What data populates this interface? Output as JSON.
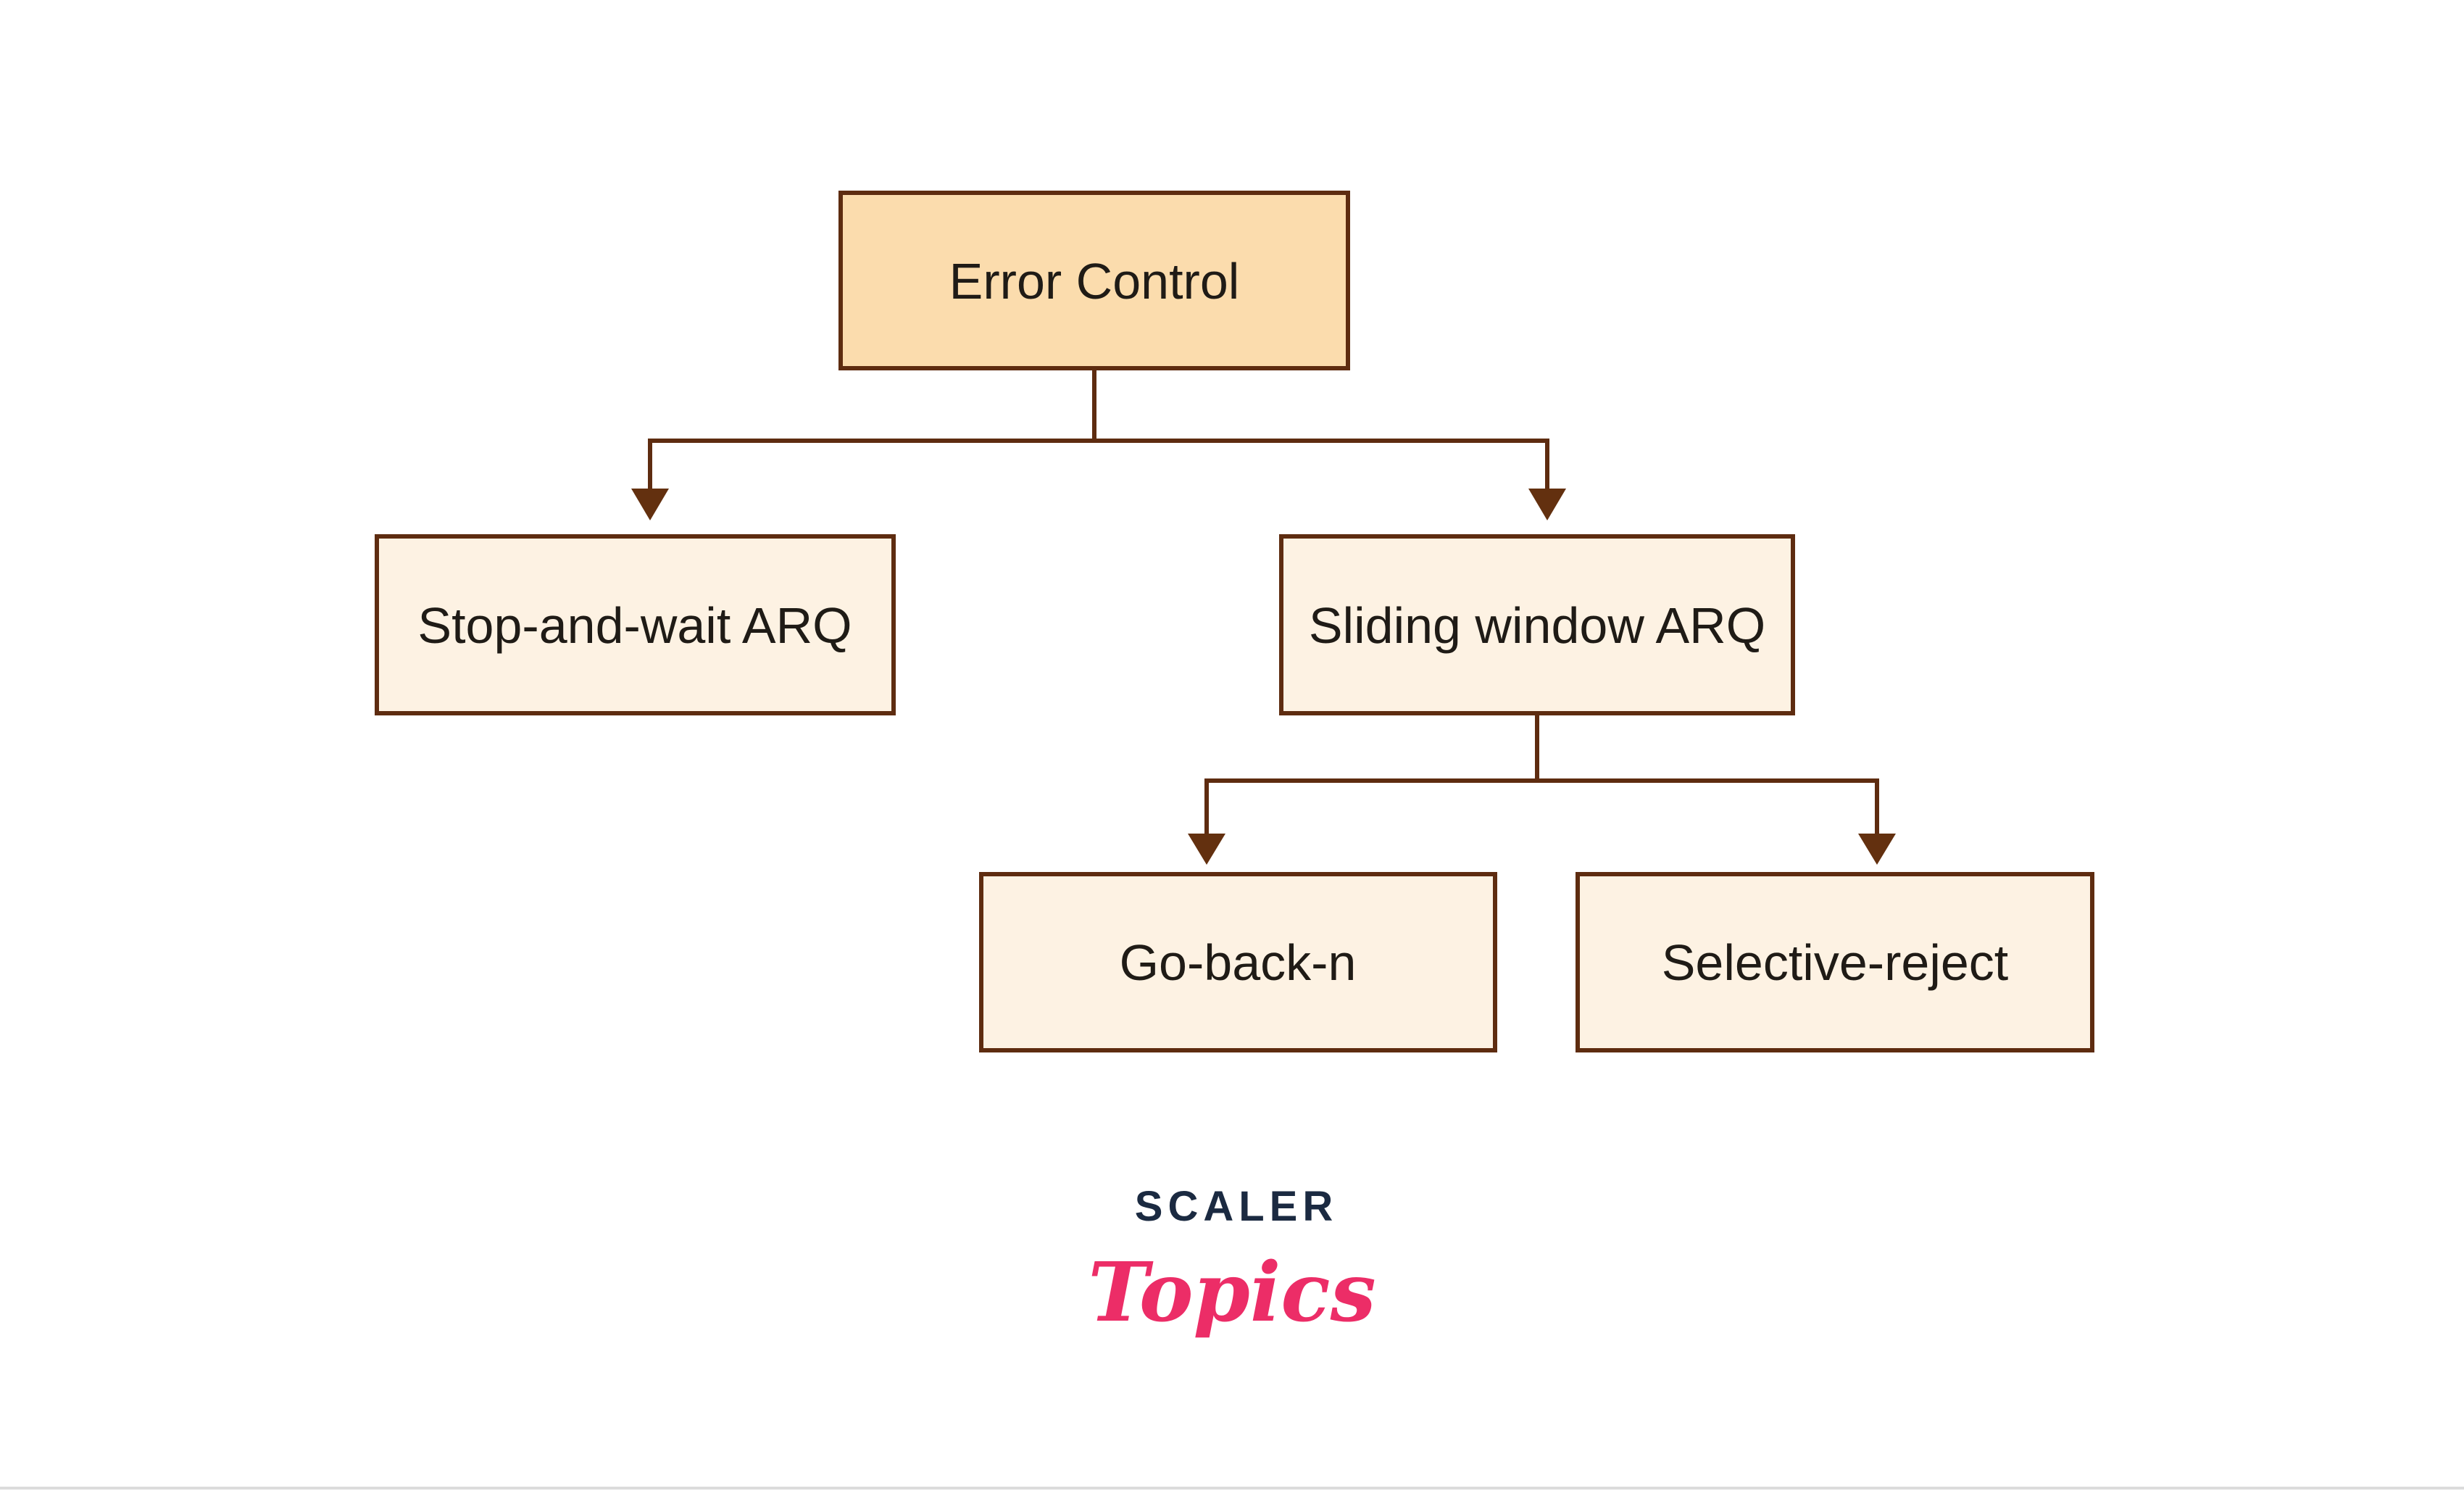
{
  "diagram": {
    "type": "tree",
    "title": "Error Control classification",
    "nodes": {
      "root": {
        "label": "Error Control",
        "level": "root"
      },
      "stop_and_wait": {
        "label": "Stop-and-wait ARQ",
        "level": "child"
      },
      "sliding_window": {
        "label": "Sliding window ARQ",
        "level": "child"
      },
      "go_back_n": {
        "label": "Go-back-n",
        "level": "grandchild"
      },
      "selective_reject": {
        "label": "Selective-reject",
        "level": "grandchild"
      }
    },
    "edges": [
      {
        "from": "Error Control",
        "to": "Stop-and-wait ARQ"
      },
      {
        "from": "Error Control",
        "to": "Sliding window ARQ"
      },
      {
        "from": "Sliding window ARQ",
        "to": "Go-back-n"
      },
      {
        "from": "Sliding window ARQ",
        "to": "Selective-reject"
      }
    ]
  },
  "logo": {
    "brand": "SCALER",
    "product": "Topics"
  },
  "colors": {
    "root_fill": "#fbdcad",
    "child_fill": "#fdf2e3",
    "box_border": "#5e2c10",
    "connector": "#5e2c10",
    "arrow_fill": "#63300f",
    "label_text": "#1f1b16",
    "logo_navy": "#1b2a41",
    "logo_pink": "#ec2d67",
    "bottom_rule": "#dcdcdc",
    "page_bg": "#ffffff"
  }
}
